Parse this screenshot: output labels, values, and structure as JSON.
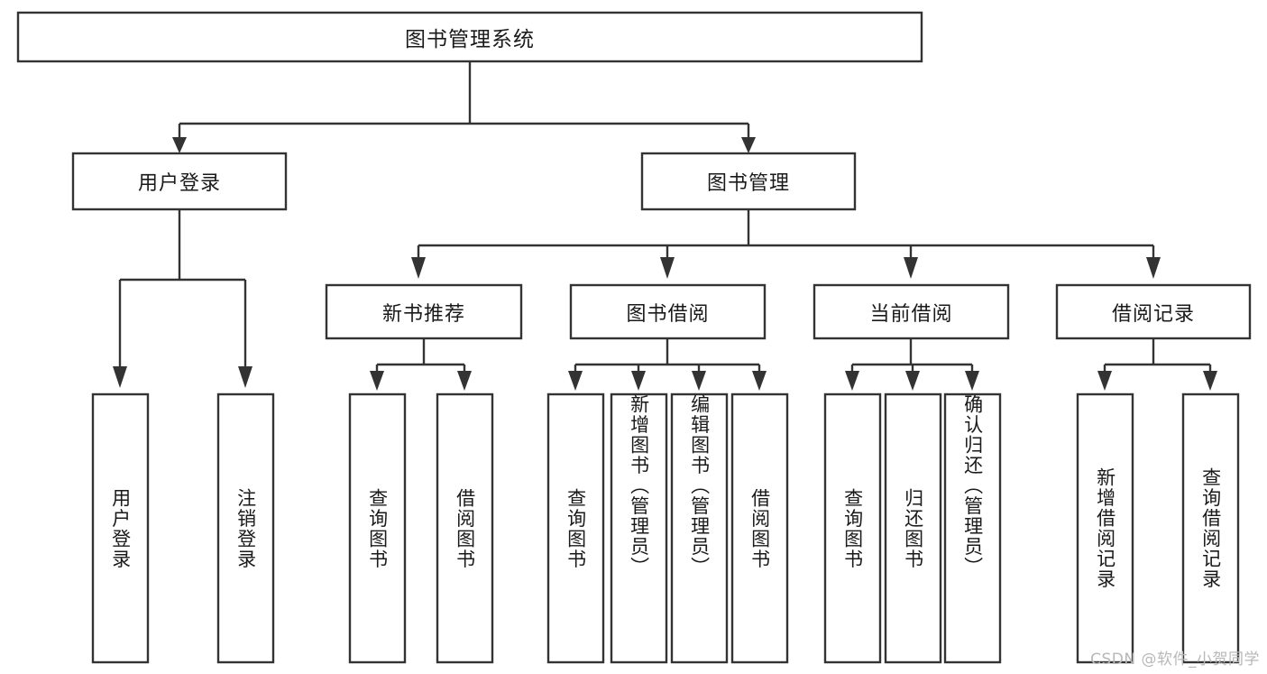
{
  "diagram": {
    "title": "图书管理系统",
    "type": "tree-hierarchy-chart",
    "watermark": "CSDN @软件_小贺同学",
    "colors": {
      "box_stroke": "#333333",
      "box_fill": "#ffffff",
      "text": "#1a1a1a",
      "background": "#ffffff",
      "watermark": "#b8b8b8"
    },
    "root": {
      "label": "图书管理系统",
      "orientation": "horizontal"
    },
    "level2": [
      {
        "id": "user-login",
        "label": "用户登录",
        "orientation": "horizontal"
      },
      {
        "id": "book-manage",
        "label": "图书管理",
        "orientation": "horizontal"
      }
    ],
    "level3": [
      {
        "id": "new-book-recommend",
        "label": "新书推荐",
        "orientation": "horizontal",
        "parent": "book-manage"
      },
      {
        "id": "book-borrow",
        "label": "图书借阅",
        "orientation": "horizontal",
        "parent": "book-manage"
      },
      {
        "id": "current-borrow",
        "label": "当前借阅",
        "orientation": "horizontal",
        "parent": "book-manage"
      },
      {
        "id": "borrow-record",
        "label": "借阅记录",
        "orientation": "horizontal",
        "parent": "book-manage"
      }
    ],
    "leaves": [
      {
        "id": "leaf-user-login",
        "label": "用户登录",
        "orientation": "vertical",
        "parent": "user-login"
      },
      {
        "id": "leaf-logout-login",
        "label": "注销登录",
        "orientation": "vertical",
        "parent": "user-login"
      },
      {
        "id": "leaf-query-book-1",
        "label": "查询图书",
        "orientation": "vertical",
        "parent": "new-book-recommend"
      },
      {
        "id": "leaf-borrow-book-1",
        "label": "借阅图书",
        "orientation": "vertical",
        "parent": "new-book-recommend"
      },
      {
        "id": "leaf-query-book-2",
        "label": "查询图书",
        "orientation": "vertical",
        "parent": "book-borrow"
      },
      {
        "id": "leaf-add-book",
        "label": "新增图书（管理员）",
        "orientation": "vertical",
        "parent": "book-borrow"
      },
      {
        "id": "leaf-edit-book",
        "label": "编辑图书（管理员）",
        "orientation": "vertical",
        "parent": "book-borrow"
      },
      {
        "id": "leaf-borrow-book-2",
        "label": "借阅图书",
        "orientation": "vertical",
        "parent": "book-borrow"
      },
      {
        "id": "leaf-query-book-3",
        "label": "查询图书",
        "orientation": "vertical",
        "parent": "current-borrow"
      },
      {
        "id": "leaf-return-book",
        "label": "归还图书",
        "orientation": "vertical",
        "parent": "current-borrow"
      },
      {
        "id": "leaf-confirm-return",
        "label": "确认归还（管理员）",
        "orientation": "vertical",
        "parent": "current-borrow"
      },
      {
        "id": "leaf-add-borrow-record",
        "label": "新增借阅记录",
        "orientation": "vertical",
        "parent": "borrow-record"
      },
      {
        "id": "leaf-query-borrow-record",
        "label": "查询借阅记录",
        "orientation": "vertical",
        "parent": "borrow-record"
      }
    ]
  }
}
